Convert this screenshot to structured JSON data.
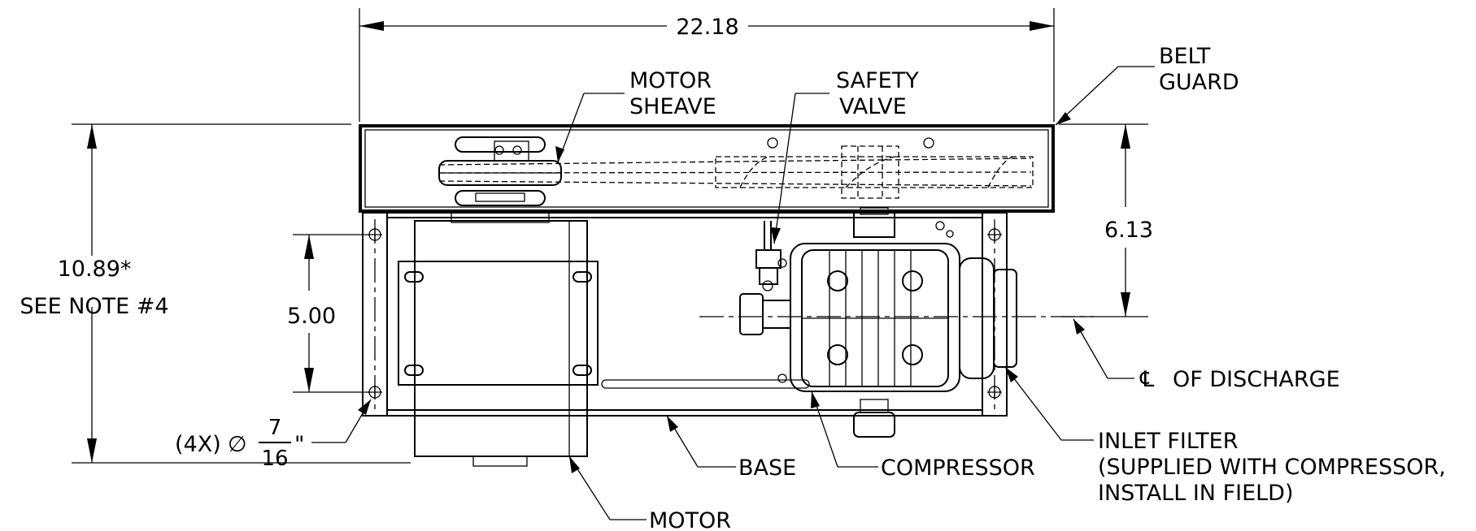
{
  "dimensions": {
    "overall_width": "22.18",
    "overall_height": "10.89*",
    "overall_height_note": "SEE NOTE #4",
    "mount_spacing": "5.00",
    "discharge_height": "6.13",
    "hole_qty": "(4X)",
    "hole_symbol": "∅",
    "hole_numerator": "7",
    "hole_denominator": "16",
    "hole_unit": "\""
  },
  "labels": {
    "motor_sheave_line1": "MOTOR",
    "motor_sheave_line2": "SHEAVE",
    "safety_valve_line1": "SAFETY",
    "safety_valve_line2": "VALVE",
    "belt_guard_line1": "BELT",
    "belt_guard_line2": "GUARD",
    "cl_symbol": "℄",
    "cl_text": "OF DISCHARGE",
    "inlet_filter_line1": "INLET FILTER",
    "inlet_filter_line2": "(SUPPLIED WITH COMPRESSOR,",
    "inlet_filter_line3": "INSTALL IN FIELD)",
    "base": "BASE",
    "compressor": "COMPRESSOR",
    "motor": "MOTOR"
  }
}
